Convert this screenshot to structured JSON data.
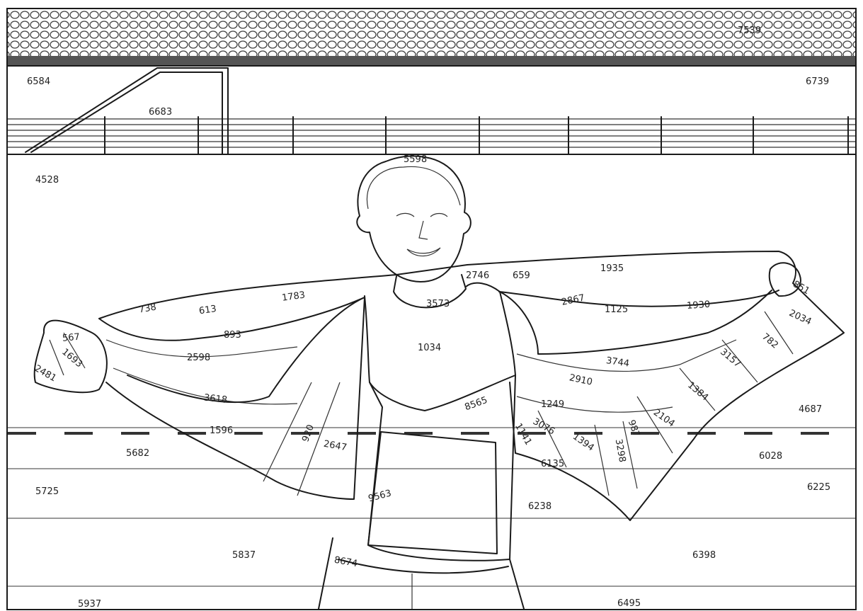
{
  "labels": {
    "l7539": "7539",
    "l6584": "6584",
    "l6739": "6739",
    "l6683": "6683",
    "l4528": "4528",
    "l5598": "5598",
    "l2746": "2746",
    "l659": "659",
    "l1935": "1935",
    "l851": "851",
    "l738": "738",
    "l613": "613",
    "l1783": "1783",
    "l3573": "3573",
    "l2867": "2867",
    "l1125": "1125",
    "l1930": "1930",
    "l2034": "2034",
    "l567": "567",
    "l893": "893",
    "l1034": "1034",
    "l782": "782",
    "l1693": "1693",
    "l2598": "2598",
    "l3744": "3744",
    "l3157": "3157",
    "l2481": "2481",
    "l2910": "2910",
    "l1384": "1384",
    "l3618": "3618",
    "l8565": "8565",
    "l1249": "1249",
    "l4687": "4687",
    "l1596": "1596",
    "l920": "920",
    "l2647": "2647",
    "l3076": "3076",
    "l1141": "1141",
    "l1394": "1394",
    "l987": "987",
    "l2104": "2104",
    "l5682": "5682",
    "l6135": "6135",
    "l3298": "3298",
    "l6028": "6028",
    "l5725": "5725",
    "l9563": "9563",
    "l6238": "6238",
    "l6225": "6225",
    "l5837": "5837",
    "l8674": "8674",
    "l6398": "6398",
    "l5937": "5937",
    "l6495": "6495"
  },
  "colors": {
    "line": "#1a1a1a",
    "text": "#222222",
    "background": "#ffffff"
  }
}
